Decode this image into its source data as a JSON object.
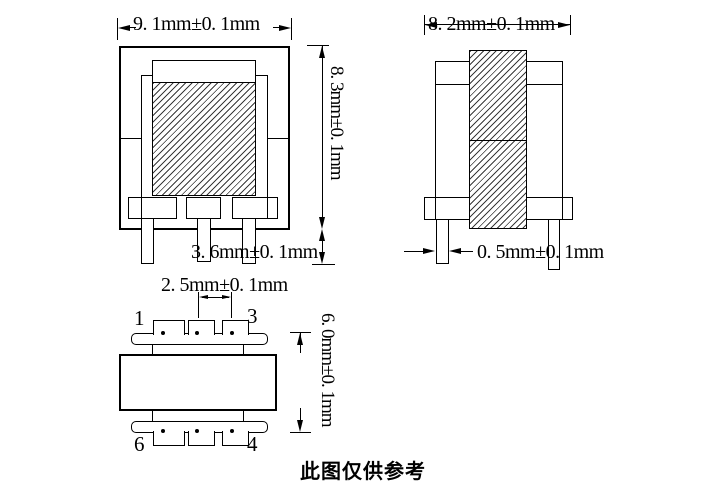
{
  "drawing": {
    "front_view": {
      "width_dim": "9. 1mm±0. 1mm",
      "height_dim": "8. 3mm±0. 1mm",
      "pin_length_dim": "3. 6mm±0. 1mm"
    },
    "side_view": {
      "width_dim": "8. 2mm±0. 1mm",
      "pin_width_dim": "0. 5mm±0. 1mm"
    },
    "top_view": {
      "pin_pitch_dim": "2. 5mm±0. 1mm",
      "length_dim": "6. 0mm±0. 1mm",
      "pins": {
        "top_left": "1",
        "top_right": "3",
        "bottom_left": "6",
        "bottom_right": "4"
      }
    },
    "footer_note": "此图仅供参考",
    "colors": {
      "line": "#000000",
      "background": "#ffffff"
    }
  }
}
